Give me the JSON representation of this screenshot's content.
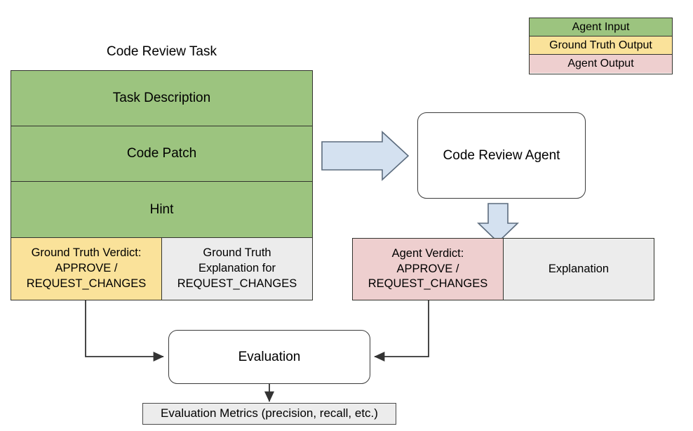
{
  "diagram": {
    "title": "Code Review Task",
    "colors": {
      "agent_input": "#9cc47f",
      "ground_truth_output": "#fae29a",
      "agent_output": "#eecfcf",
      "neutral": "#ececec",
      "arrow_blue_fill": "#d4e1f0",
      "arrow_blue_stroke": "#6b7a8c",
      "line": "#33342e"
    }
  },
  "legend": {
    "items": [
      {
        "label": "Agent Input",
        "color": "#9cc47f"
      },
      {
        "label": "Ground Truth Output",
        "color": "#fae29a"
      },
      {
        "label": "Agent Output",
        "color": "#eecfcf"
      }
    ]
  },
  "task_box": {
    "rows": [
      {
        "label": "Task Description",
        "color": "#9cc47f"
      },
      {
        "label": "Code Patch",
        "color": "#9cc47f"
      },
      {
        "label": "Hint",
        "color": "#9cc47f"
      }
    ],
    "ground_truth_verdict": "Ground Truth Verdict:\nAPPROVE /\nREQUEST_CHANGES",
    "ground_truth_explanation": "Ground Truth\nExplanation for\nREQUEST_CHANGES"
  },
  "agent": {
    "node_label": "Code Review Agent",
    "verdict": "Agent Verdict:\nAPPROVE /\nREQUEST_CHANGES",
    "explanation": "Explanation"
  },
  "evaluation": {
    "node_label": "Evaluation",
    "metrics_label": "Evaluation Metrics (precision, recall, etc.)"
  }
}
